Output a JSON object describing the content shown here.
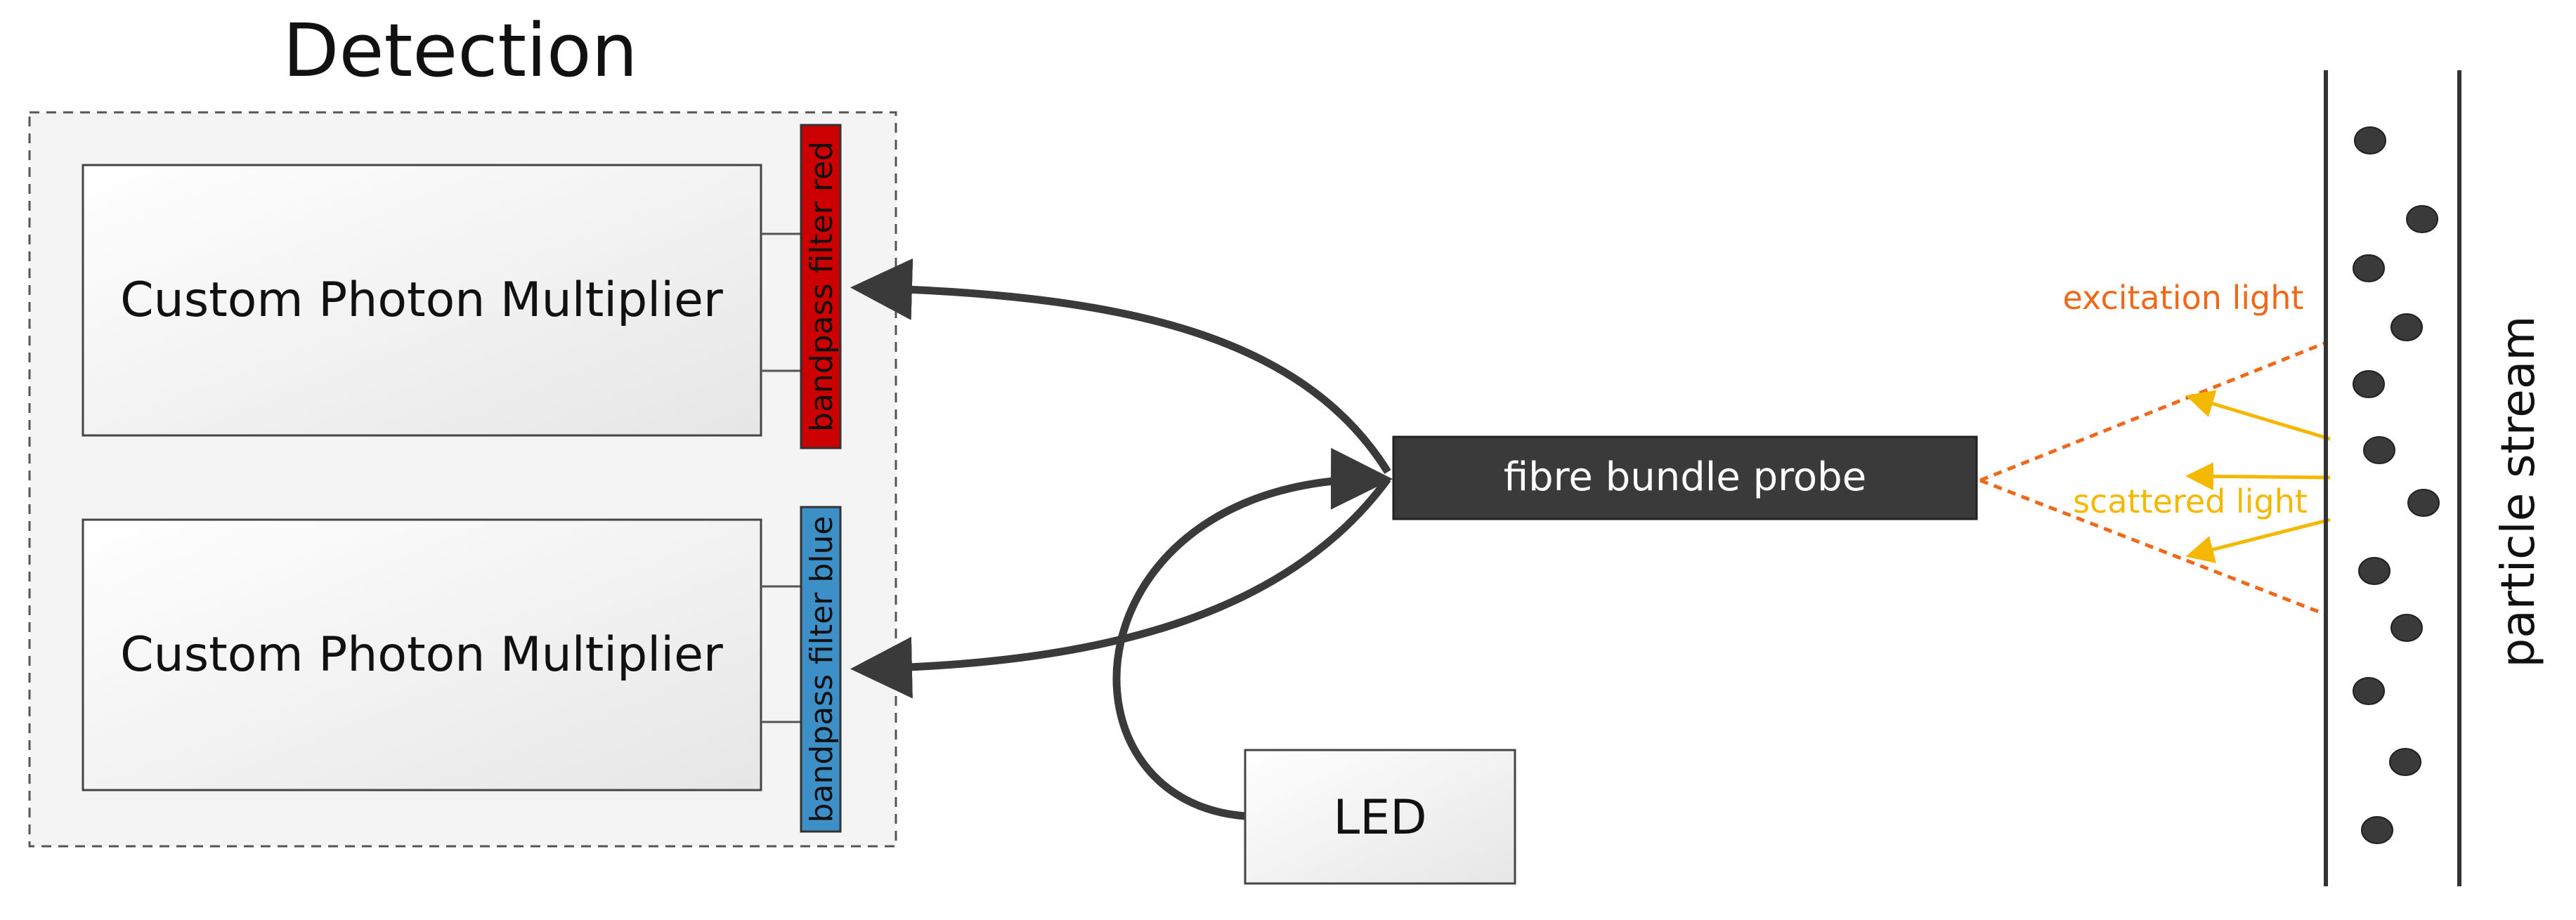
{
  "title": "Detection",
  "pmt_label": "Custom Photon Multiplier",
  "filter_red_label": "bandpass filter red",
  "filter_blue_label": "bandpass filter blue",
  "probe_label": "fibre bundle probe",
  "led_label": "LED",
  "excitation_label": "excitation light",
  "scattered_label": "scattered light",
  "stream_label": "particle stream",
  "colors": {
    "dark": "#3a3a3a",
    "filter_red": "#cc0000",
    "filter_blue": "#3d8fc7",
    "excitation": "#ee6a1a",
    "scattered": "#f5b800",
    "box_border": "#555555"
  },
  "icons": {
    "particle": "dot-icon"
  }
}
